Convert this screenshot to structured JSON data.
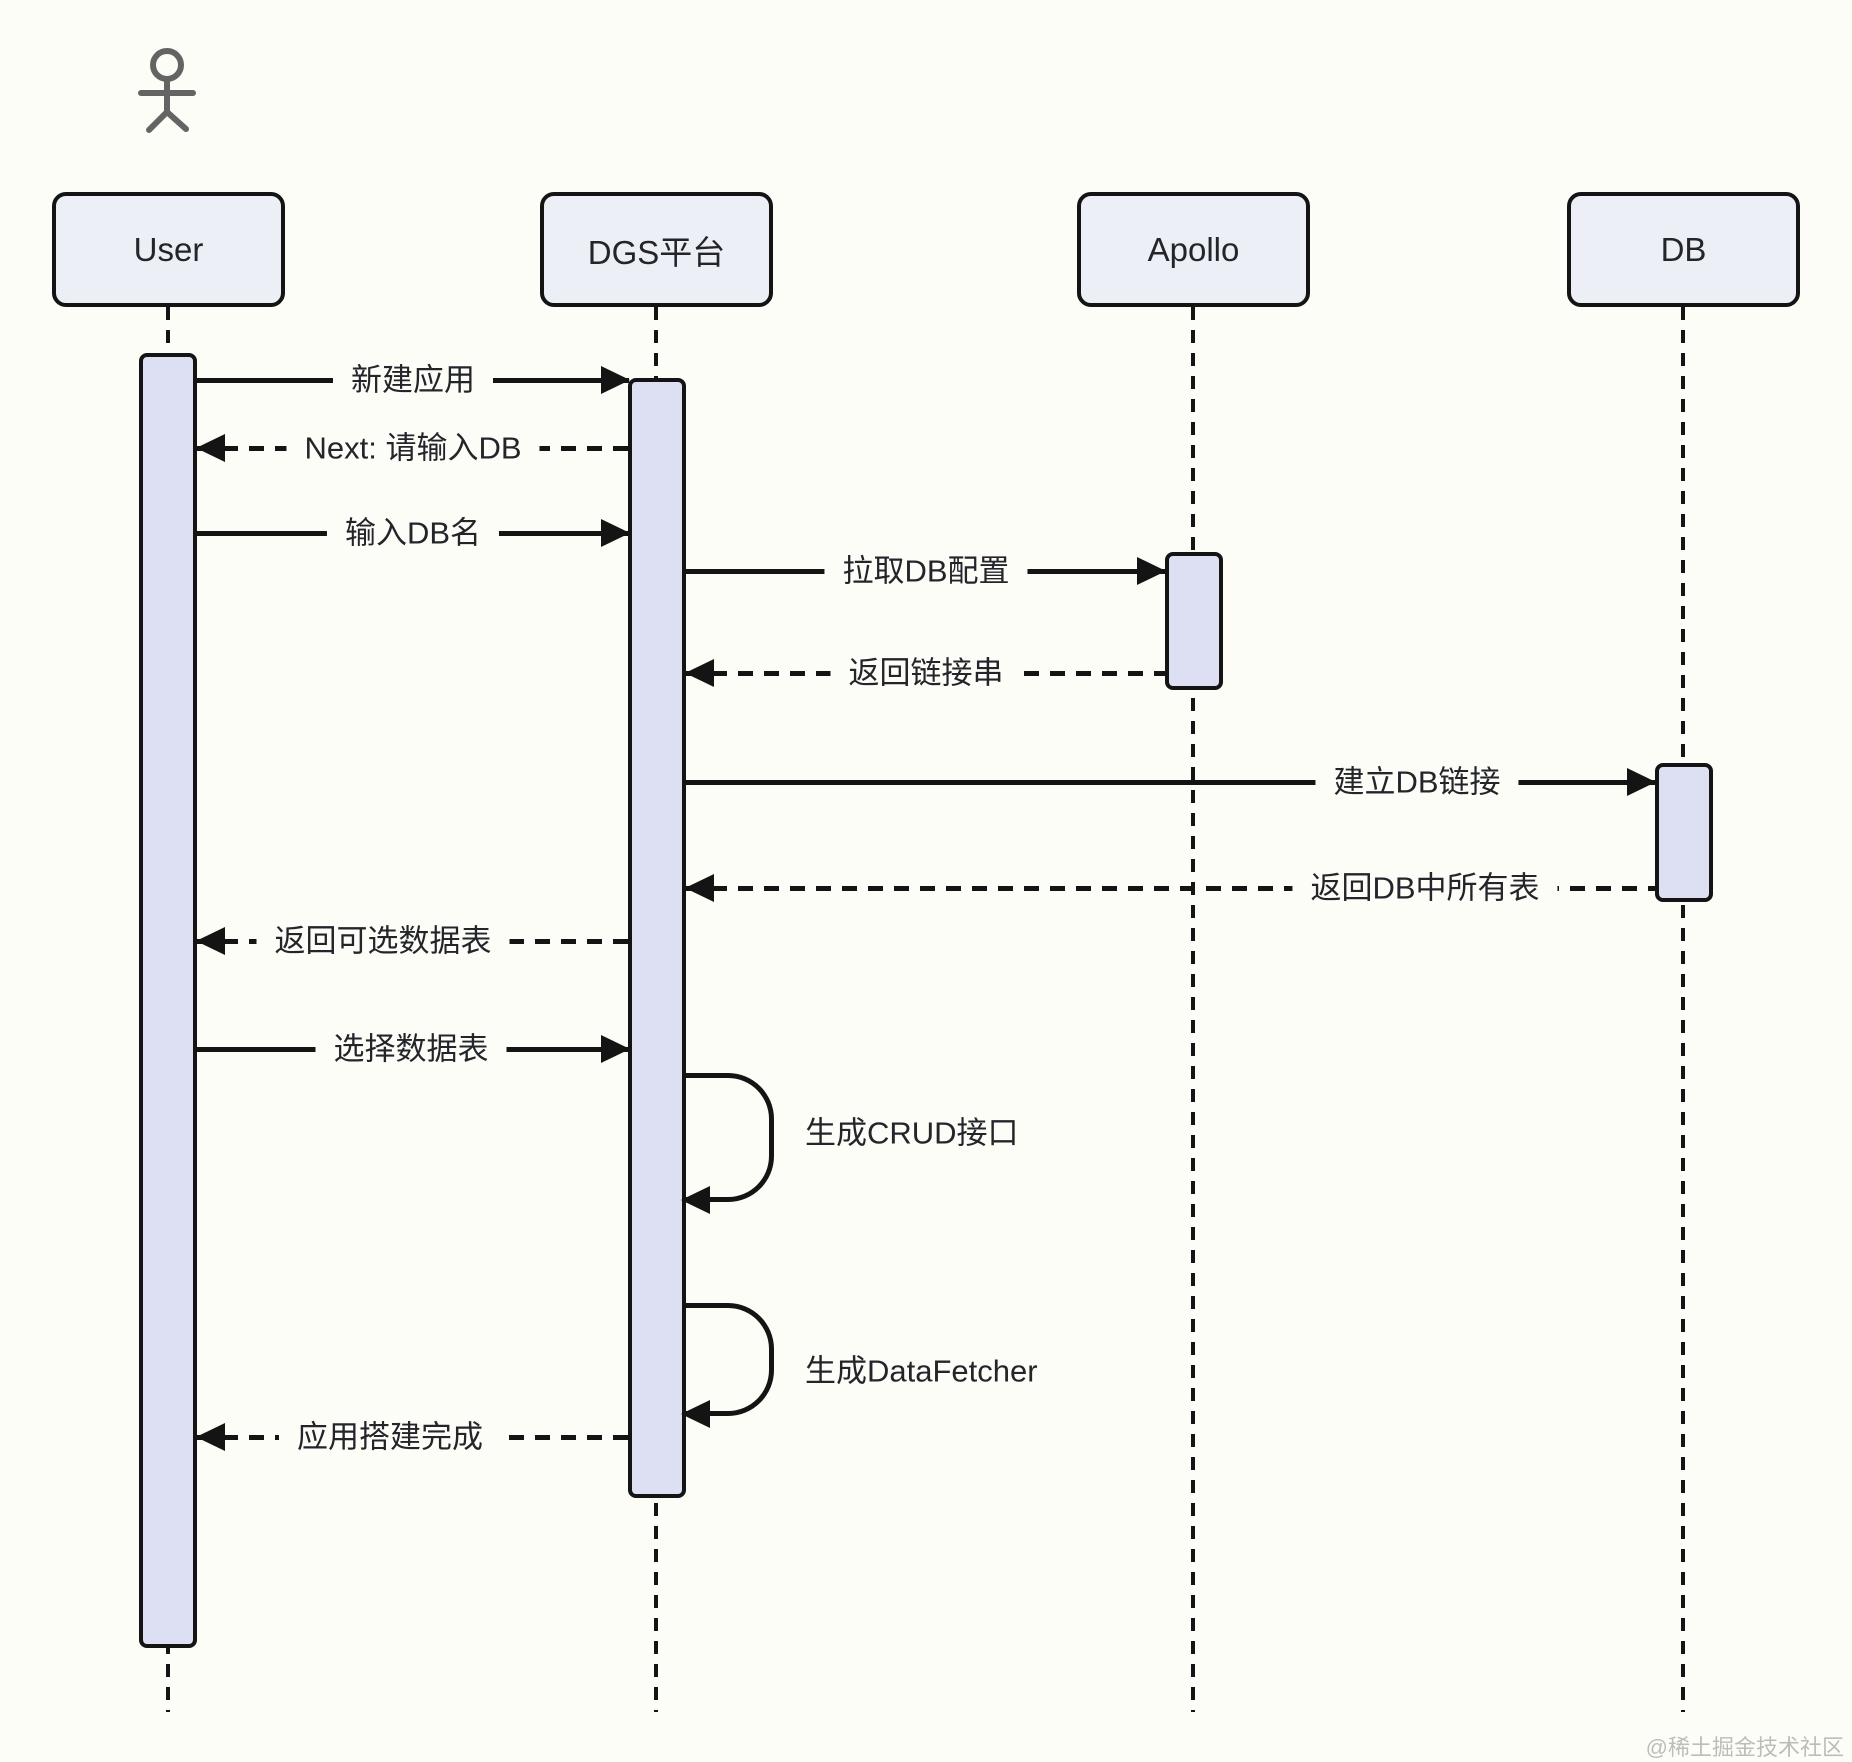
{
  "diagram": {
    "type": "sequence-diagram",
    "colors": {
      "background": "#fdfdf8",
      "line": "#141414",
      "participant_fill": "#edeff7",
      "activation_fill": "#dce0f2",
      "actor_icon": "#646464",
      "watermark": "#bcbcbc"
    },
    "participants": [
      {
        "id": "user",
        "label": "User",
        "actor": true
      },
      {
        "id": "dgs",
        "label": "DGS平台",
        "actor": false
      },
      {
        "id": "apollo",
        "label": "Apollo",
        "actor": false
      },
      {
        "id": "db",
        "label": "DB",
        "actor": false
      }
    ],
    "messages": [
      {
        "from": "user",
        "to": "dgs",
        "label": "新建应用",
        "style": "solid"
      },
      {
        "from": "dgs",
        "to": "user",
        "label": "Next: 请输入DB",
        "style": "dashed"
      },
      {
        "from": "user",
        "to": "dgs",
        "label": "输入DB名",
        "style": "solid"
      },
      {
        "from": "dgs",
        "to": "apollo",
        "label": "拉取DB配置",
        "style": "solid"
      },
      {
        "from": "apollo",
        "to": "dgs",
        "label": "返回链接串",
        "style": "dashed"
      },
      {
        "from": "dgs",
        "to": "db",
        "label": "建立DB链接",
        "style": "solid"
      },
      {
        "from": "db",
        "to": "dgs",
        "label": "返回DB中所有表",
        "style": "dashed"
      },
      {
        "from": "dgs",
        "to": "user",
        "label": "返回可选数据表",
        "style": "dashed"
      },
      {
        "from": "user",
        "to": "dgs",
        "label": "选择数据表",
        "style": "solid"
      },
      {
        "from": "dgs",
        "to": "dgs",
        "label": "生成CRUD接口",
        "style": "self"
      },
      {
        "from": "dgs",
        "to": "dgs",
        "label": "生成DataFetcher",
        "style": "self"
      },
      {
        "from": "dgs",
        "to": "user",
        "label": "应用搭建完成",
        "style": "dashed"
      }
    ],
    "watermark": "@稀土掘金技术社区"
  }
}
